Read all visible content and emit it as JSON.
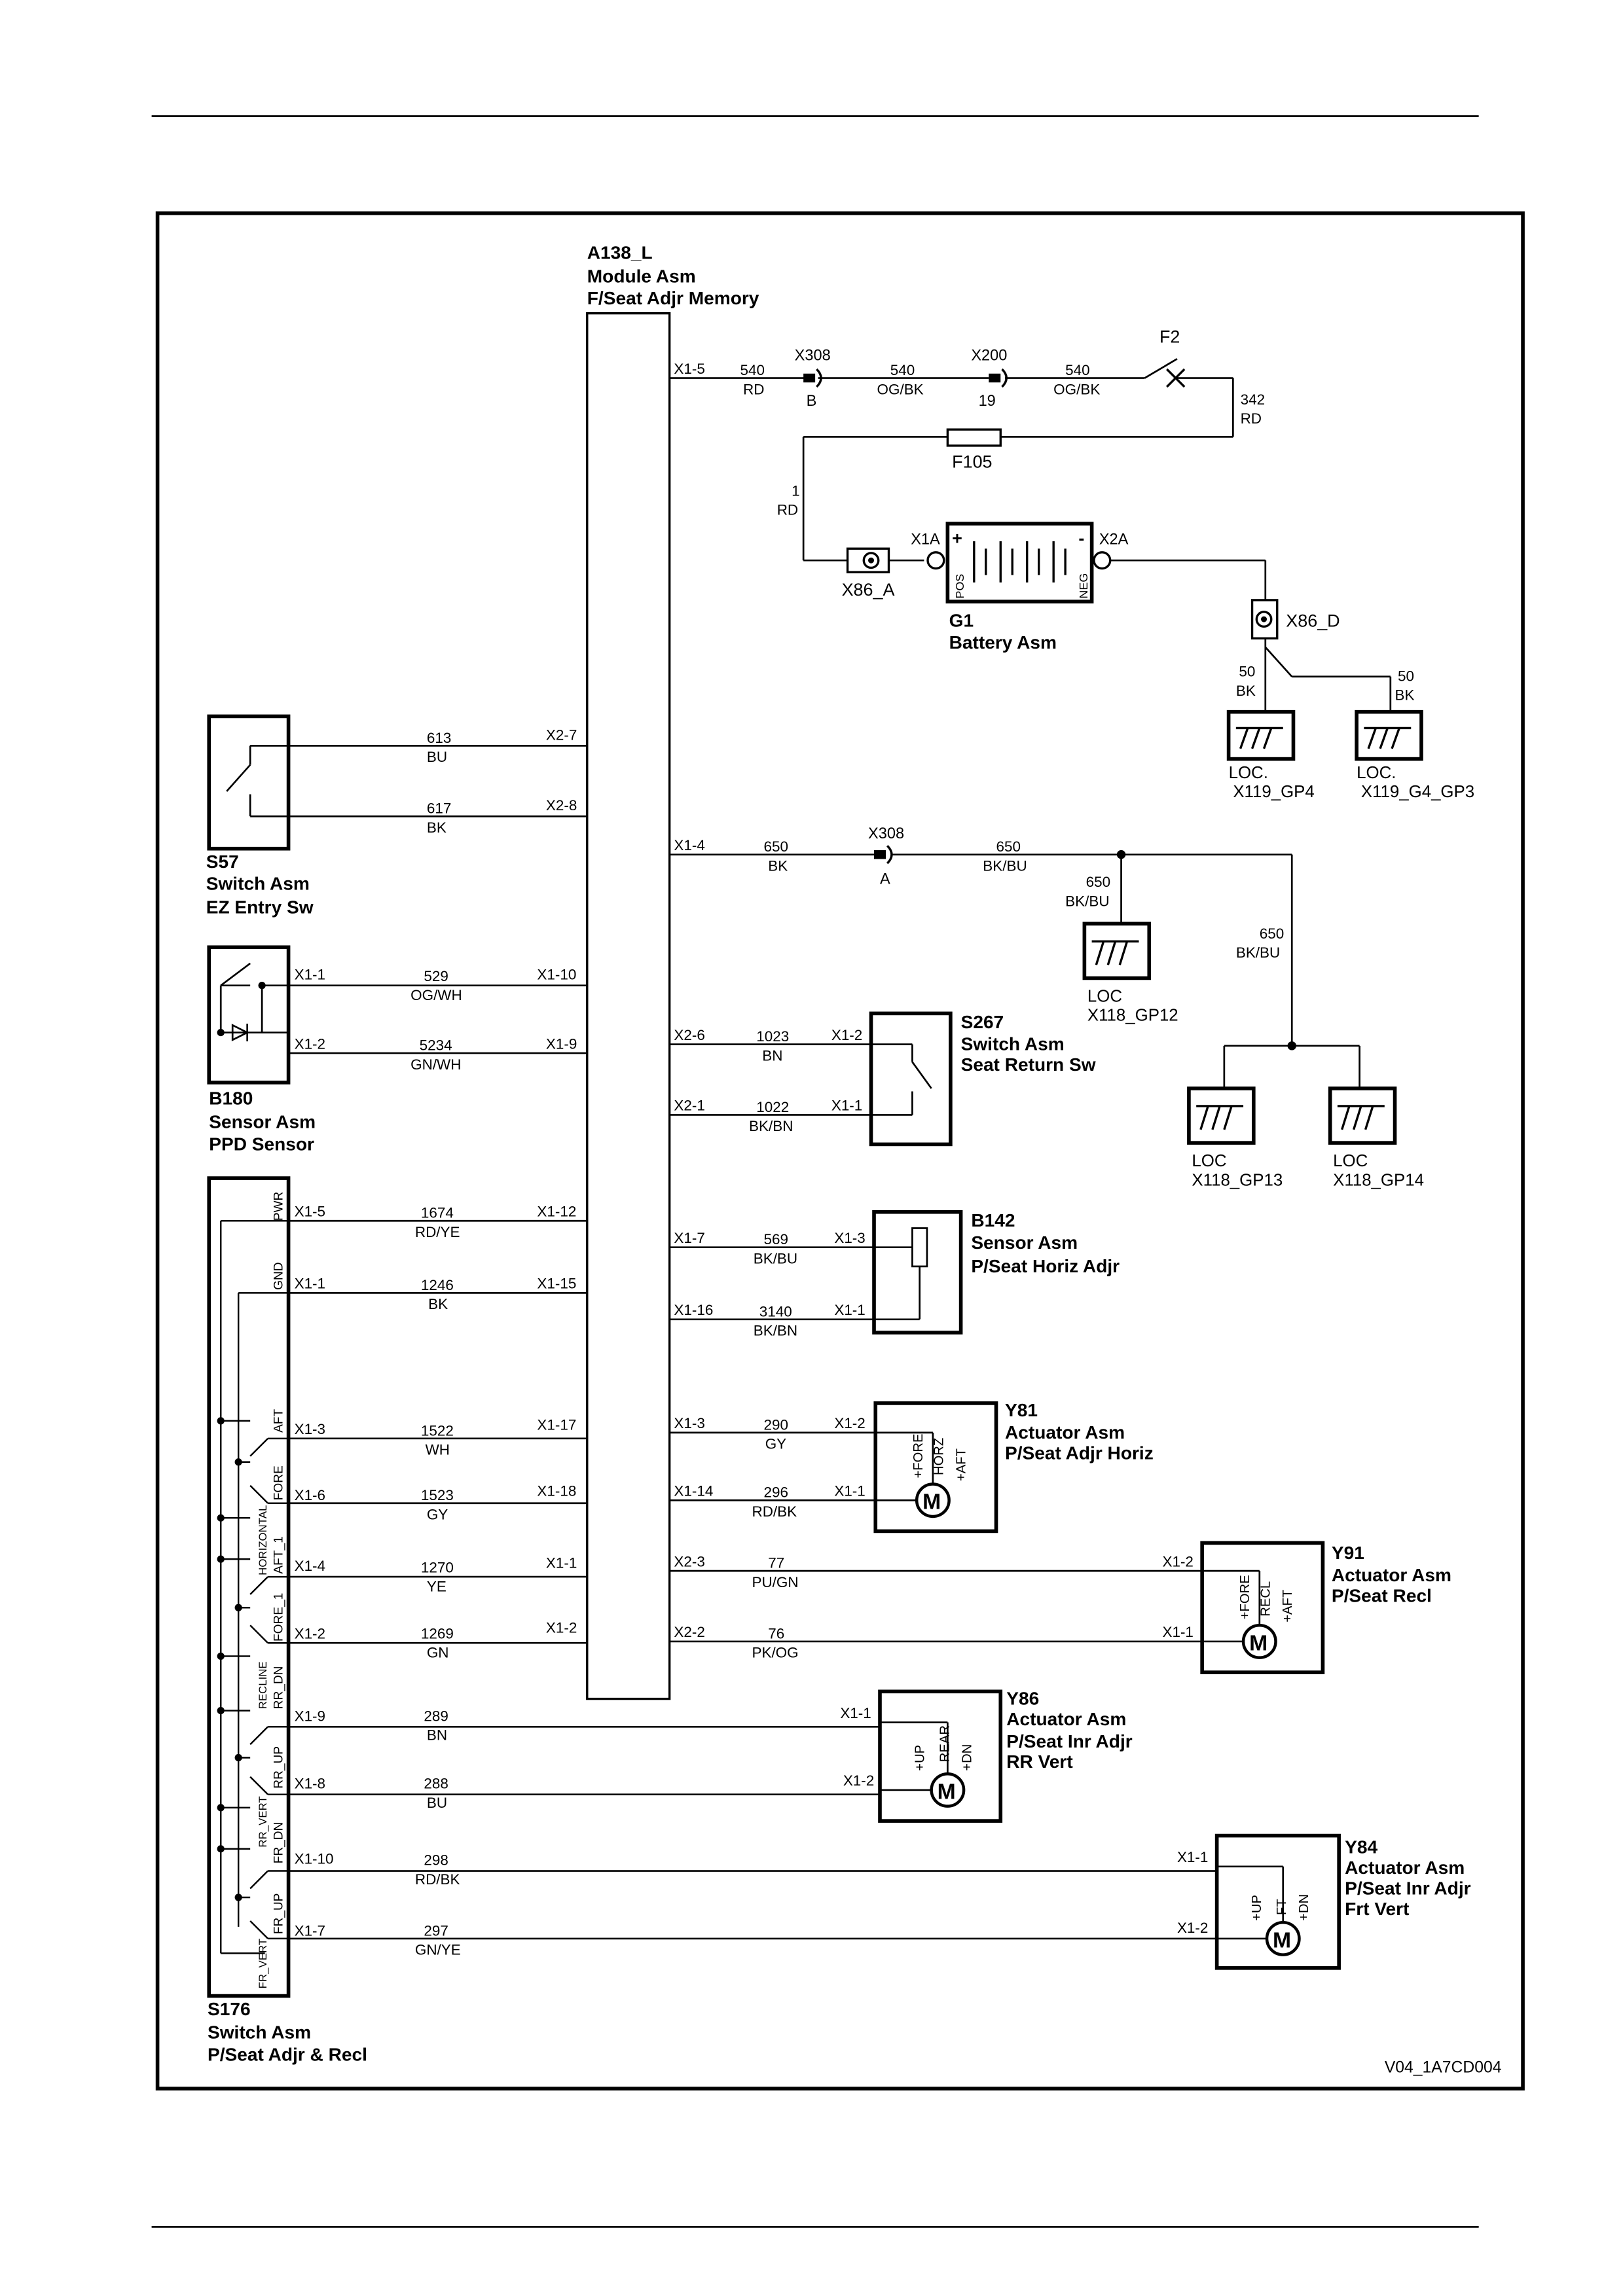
{
  "drawing_id": "V04_1A7CD004",
  "components": {
    "a138": {
      "ref": "A138_L",
      "name": "Module Asm",
      "desc": "F/Seat Adjr Memory"
    },
    "g1": {
      "ref": "G1",
      "name": "Battery Asm",
      "pos": "POS",
      "neg": "NEG",
      "plus": "+",
      "minus": "-",
      "pin_a": "X1A",
      "pin_b": "X2A"
    },
    "f2": {
      "ref": "F2"
    },
    "f105": {
      "ref": "F105"
    },
    "x86a": {
      "ref": "X86_A"
    },
    "x86d": {
      "ref": "X86_D"
    },
    "x308a": {
      "ref": "X308",
      "pin": "B"
    },
    "x200": {
      "ref": "X200",
      "pin": "19"
    },
    "x308b": {
      "ref": "X308",
      "pin": "A"
    },
    "s57": {
      "ref": "S57",
      "name": "Switch Asm",
      "desc": "EZ Entry Sw"
    },
    "b180": {
      "ref": "B180",
      "name": "Sensor Asm",
      "desc": "PPD Sensor"
    },
    "s267": {
      "ref": "S267",
      "name": "Switch Asm",
      "desc": "Seat Return Sw"
    },
    "b142": {
      "ref": "B142",
      "name": "Sensor Asm",
      "desc": "P/Seat Horiz Adjr"
    },
    "y81": {
      "ref": "Y81",
      "name": "Actuator Asm",
      "desc": "P/Seat Adjr Horiz",
      "m": "M",
      "top": "+FORE",
      "mid": "HORZ",
      "bot": "+AFT"
    },
    "y91": {
      "ref": "Y91",
      "name": "Actuator Asm",
      "desc": "P/Seat Recl",
      "m": "M",
      "top": "+FORE",
      "mid": "RECL",
      "bot": "+AFT"
    },
    "y86": {
      "ref": "Y86",
      "name": "Actuator Asm",
      "desc": "P/Seat Inr Adjr",
      "desc2": "RR Vert",
      "m": "M",
      "top": "+UP",
      "mid": "REAR",
      "bot": "+DN"
    },
    "y84": {
      "ref": "Y84",
      "name": "Actuator Asm",
      "desc": "P/Seat Inr Adjr",
      "desc2": "Frt Vert",
      "m": "M",
      "top": "+UP",
      "mid": "FT",
      "bot": "+DN"
    },
    "s176": {
      "ref": "S176",
      "name": "Switch Asm",
      "desc": "P/Seat Adjr & Recl"
    }
  },
  "grounds": {
    "gp4": {
      "loc": "LOC.",
      "id": "X119_GP4"
    },
    "gp3": {
      "loc": "LOC.",
      "id": "X119_G4_GP3"
    },
    "gp12": {
      "loc": "LOC",
      "id": "X118_GP12"
    },
    "gp13": {
      "loc": "LOC",
      "id": "X118_GP13"
    },
    "gp14": {
      "loc": "LOC",
      "id": "X118_GP14"
    }
  },
  "s176_labels": {
    "pwr": "PWR",
    "gnd": "GND",
    "aft": "AFT",
    "fore": "FORE",
    "horizontal": "HORIZONTAL",
    "aft1": "AFT_1",
    "fore1": "FORE_1",
    "recline": "RECLINE",
    "rr_dn": "RR_DN",
    "rr_up": "RR_UP",
    "rr_vert": "RR_VERT",
    "fr_dn": "FR_DN",
    "fr_up": "FR_UP",
    "fr_vert": "FR_VERT"
  },
  "wires": {
    "w540a": {
      "num": "540",
      "color": "RD",
      "pin_module": "X1-5"
    },
    "w540b": {
      "num": "540",
      "color": "OG/BK"
    },
    "w540c": {
      "num": "540",
      "color": "OG/BK"
    },
    "w342": {
      "num": "342",
      "color": "RD"
    },
    "w1": {
      "num": "1",
      "color": "RD"
    },
    "w50a": {
      "num": "50",
      "color": "BK"
    },
    "w50b": {
      "num": "50",
      "color": "BK"
    },
    "w613": {
      "num": "613",
      "color": "BU",
      "pin_module": "X2-7"
    },
    "w617": {
      "num": "617",
      "color": "BK",
      "pin_module": "X2-8"
    },
    "w650a": {
      "num": "650",
      "color": "BK",
      "pin_module": "X1-4"
    },
    "w650b": {
      "num": "650",
      "color": "BK/BU"
    },
    "w650c": {
      "num": "650",
      "color": "BK/BU"
    },
    "w650d": {
      "num": "650",
      "color": "BK/BU"
    },
    "w529": {
      "num": "529",
      "color": "OG/WH",
      "pin_comp": "X1-1",
      "pin_module": "X1-10"
    },
    "w5234": {
      "num": "5234",
      "color": "GN/WH",
      "pin_comp": "X1-2",
      "pin_module": "X1-9"
    },
    "w1023": {
      "num": "1023",
      "color": "BN",
      "pin_module": "X2-6",
      "pin_comp": "X1-2"
    },
    "w1022": {
      "num": "1022",
      "color": "BK/BN",
      "pin_module": "X2-1",
      "pin_comp": "X1-1"
    },
    "w1674": {
      "num": "1674",
      "color": "RD/YE",
      "pin_comp": "X1-5",
      "pin_module": "X1-12"
    },
    "w1246": {
      "num": "1246",
      "color": "BK",
      "pin_comp": "X1-1",
      "pin_module": "X1-15"
    },
    "w569": {
      "num": "569",
      "color": "BK/BU",
      "pin_module": "X1-7",
      "pin_comp": "X1-3"
    },
    "w3140": {
      "num": "3140",
      "color": "BK/BN",
      "pin_module": "X1-16",
      "pin_comp": "X1-1"
    },
    "w1522": {
      "num": "1522",
      "color": "WH",
      "pin_comp": "X1-3",
      "pin_module": "X1-17"
    },
    "w290": {
      "num": "290",
      "color": "GY",
      "pin_module": "X1-3",
      "pin_comp": "X1-2"
    },
    "w1523": {
      "num": "1523",
      "color": "GY",
      "pin_comp": "X1-6",
      "pin_module": "X1-18"
    },
    "w296": {
      "num": "296",
      "color": "RD/BK",
      "pin_module": "X1-14",
      "pin_comp": "X1-1"
    },
    "w1270": {
      "num": "1270",
      "color": "YE",
      "pin_comp": "X1-4",
      "pin_module": "X1-1"
    },
    "w77": {
      "num": "77",
      "color": "PU/GN",
      "pin_module": "X2-3",
      "pin_comp": "X1-2"
    },
    "w1269": {
      "num": "1269",
      "color": "GN",
      "pin_comp": "X1-2",
      "pin_module": "X1-2"
    },
    "w76": {
      "num": "76",
      "color": "PK/OG",
      "pin_module": "X2-2",
      "pin_comp": "X1-1"
    },
    "w289": {
      "num": "289",
      "color": "BN",
      "pin_comp": "X1-9",
      "pin_end": "X1-1"
    },
    "w288": {
      "num": "288",
      "color": "BU",
      "pin_comp": "X1-8",
      "pin_end": "X1-2"
    },
    "w298": {
      "num": "298",
      "color": "RD/BK",
      "pin_comp": "X1-10",
      "pin_end": "X1-1"
    },
    "w297": {
      "num": "297",
      "color": "GN/YE",
      "pin_comp": "X1-7",
      "pin_end": "X1-2"
    }
  }
}
